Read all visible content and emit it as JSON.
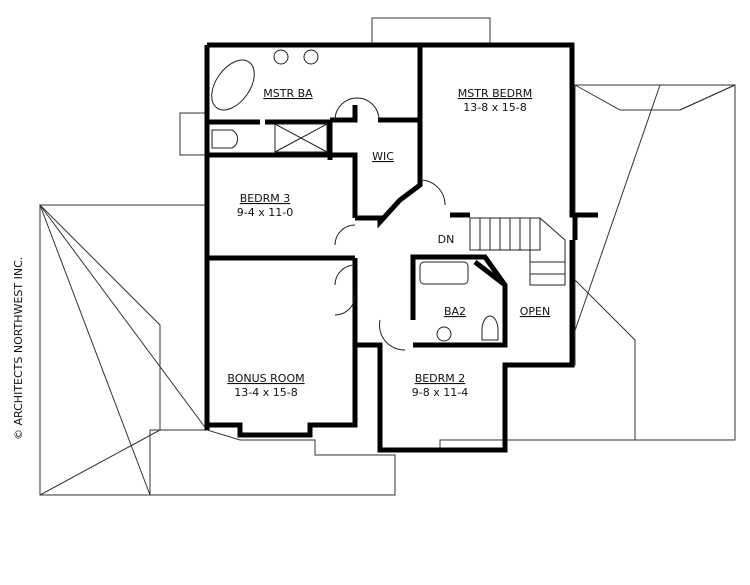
{
  "plan": {
    "rooms": [
      {
        "name": "MSTR BA",
        "size": ""
      },
      {
        "name": "MSTR BEDRM",
        "size": "13-8 x 15-8"
      },
      {
        "name": "WIC",
        "size": ""
      },
      {
        "name": "BEDRM 3",
        "size": "9-4 x 11-0"
      },
      {
        "name": "BA2",
        "size": ""
      },
      {
        "name": "OPEN",
        "size": ""
      },
      {
        "name": "BONUS ROOM",
        "size": "13-4 x 15-8"
      },
      {
        "name": "BEDRM 2",
        "size": "9-8 x 11-4"
      }
    ],
    "stair_label": "DN",
    "copyright": "© ARCHITECTS NORTHWEST INC."
  }
}
